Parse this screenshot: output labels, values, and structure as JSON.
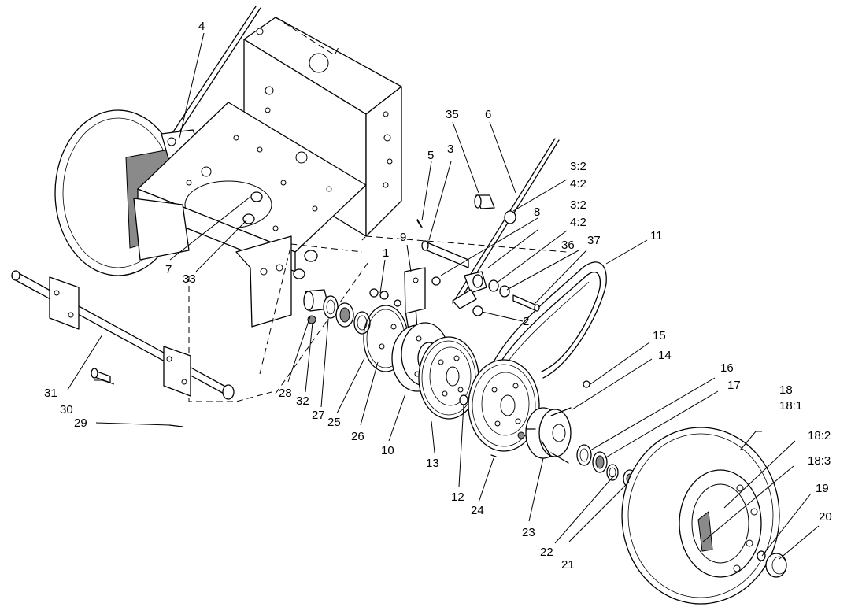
{
  "callouts": [
    "1",
    "2",
    "3",
    "3:2",
    "3:2",
    "4",
    "4:2",
    "4:2",
    "5",
    "6",
    "7",
    "8",
    "9",
    "10",
    "11",
    "12",
    "13",
    "14",
    "15",
    "16",
    "17",
    "18",
    "18:1",
    "18:2",
    "18:3",
    "19",
    "20",
    "21",
    "22",
    "23",
    "24",
    "25",
    "26",
    "27",
    "28",
    "29",
    "30",
    "31",
    "32",
    "33",
    "35",
    "36",
    "37"
  ]
}
